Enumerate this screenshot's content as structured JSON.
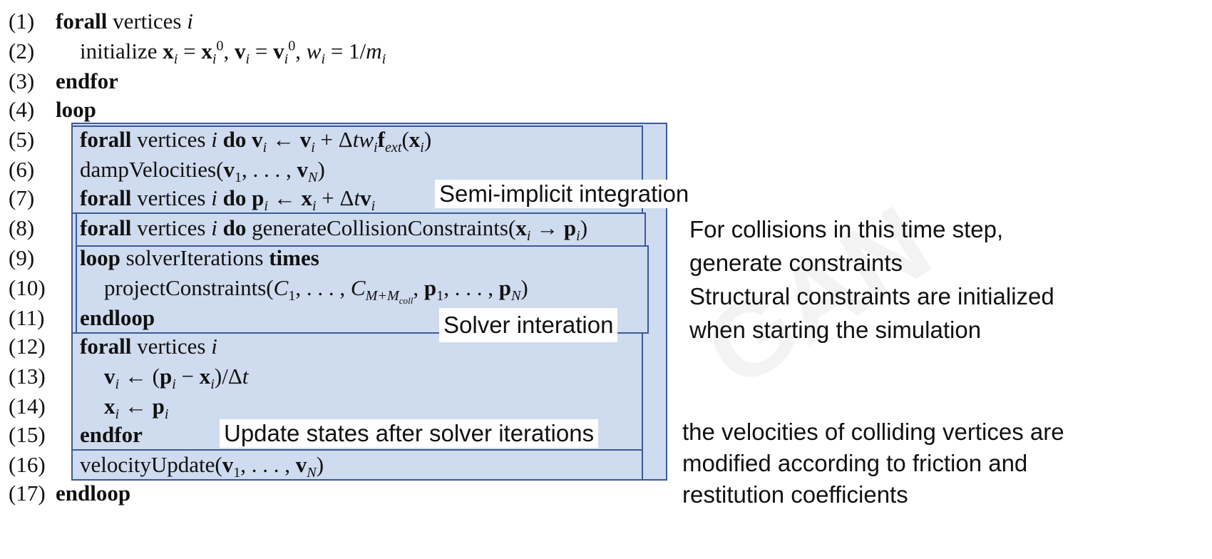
{
  "line_numbers": [
    "(1)",
    "(2)",
    "(3)",
    "(4)",
    "(5)",
    "(6)",
    "(7)",
    "(8)",
    "(9)",
    "(10)",
    "(11)",
    "(12)",
    "(13)",
    "(14)",
    "(15)",
    "(16)",
    "(17)"
  ],
  "keywords": {
    "forall": "forall",
    "endfor": "endfor",
    "loop": "loop",
    "do": "do",
    "times": "times",
    "endloop": "endloop"
  },
  "words": {
    "vertices": "vertices",
    "initialize": "initialize",
    "dampVelocities": "dampVelocities",
    "generateCollisionConstraints": "generateCollisionConstraints",
    "solverIterations": "solverIterations",
    "projectConstraints": "projectConstraints",
    "velocityUpdate": "velocityUpdate"
  },
  "labels": {
    "semi_implicit": "Semi-implicit integration",
    "solver": "Solver interation",
    "update_states": "Update states after solver iterations"
  },
  "notes": {
    "collisions": [
      "For collisions in this time step,",
      "generate constraints",
      "Structural constraints are initialized",
      "when starting the simulation"
    ],
    "velocities": [
      "the velocities of colliding vertices are",
      "modified according to friction and",
      "restitution coefficients"
    ]
  }
}
